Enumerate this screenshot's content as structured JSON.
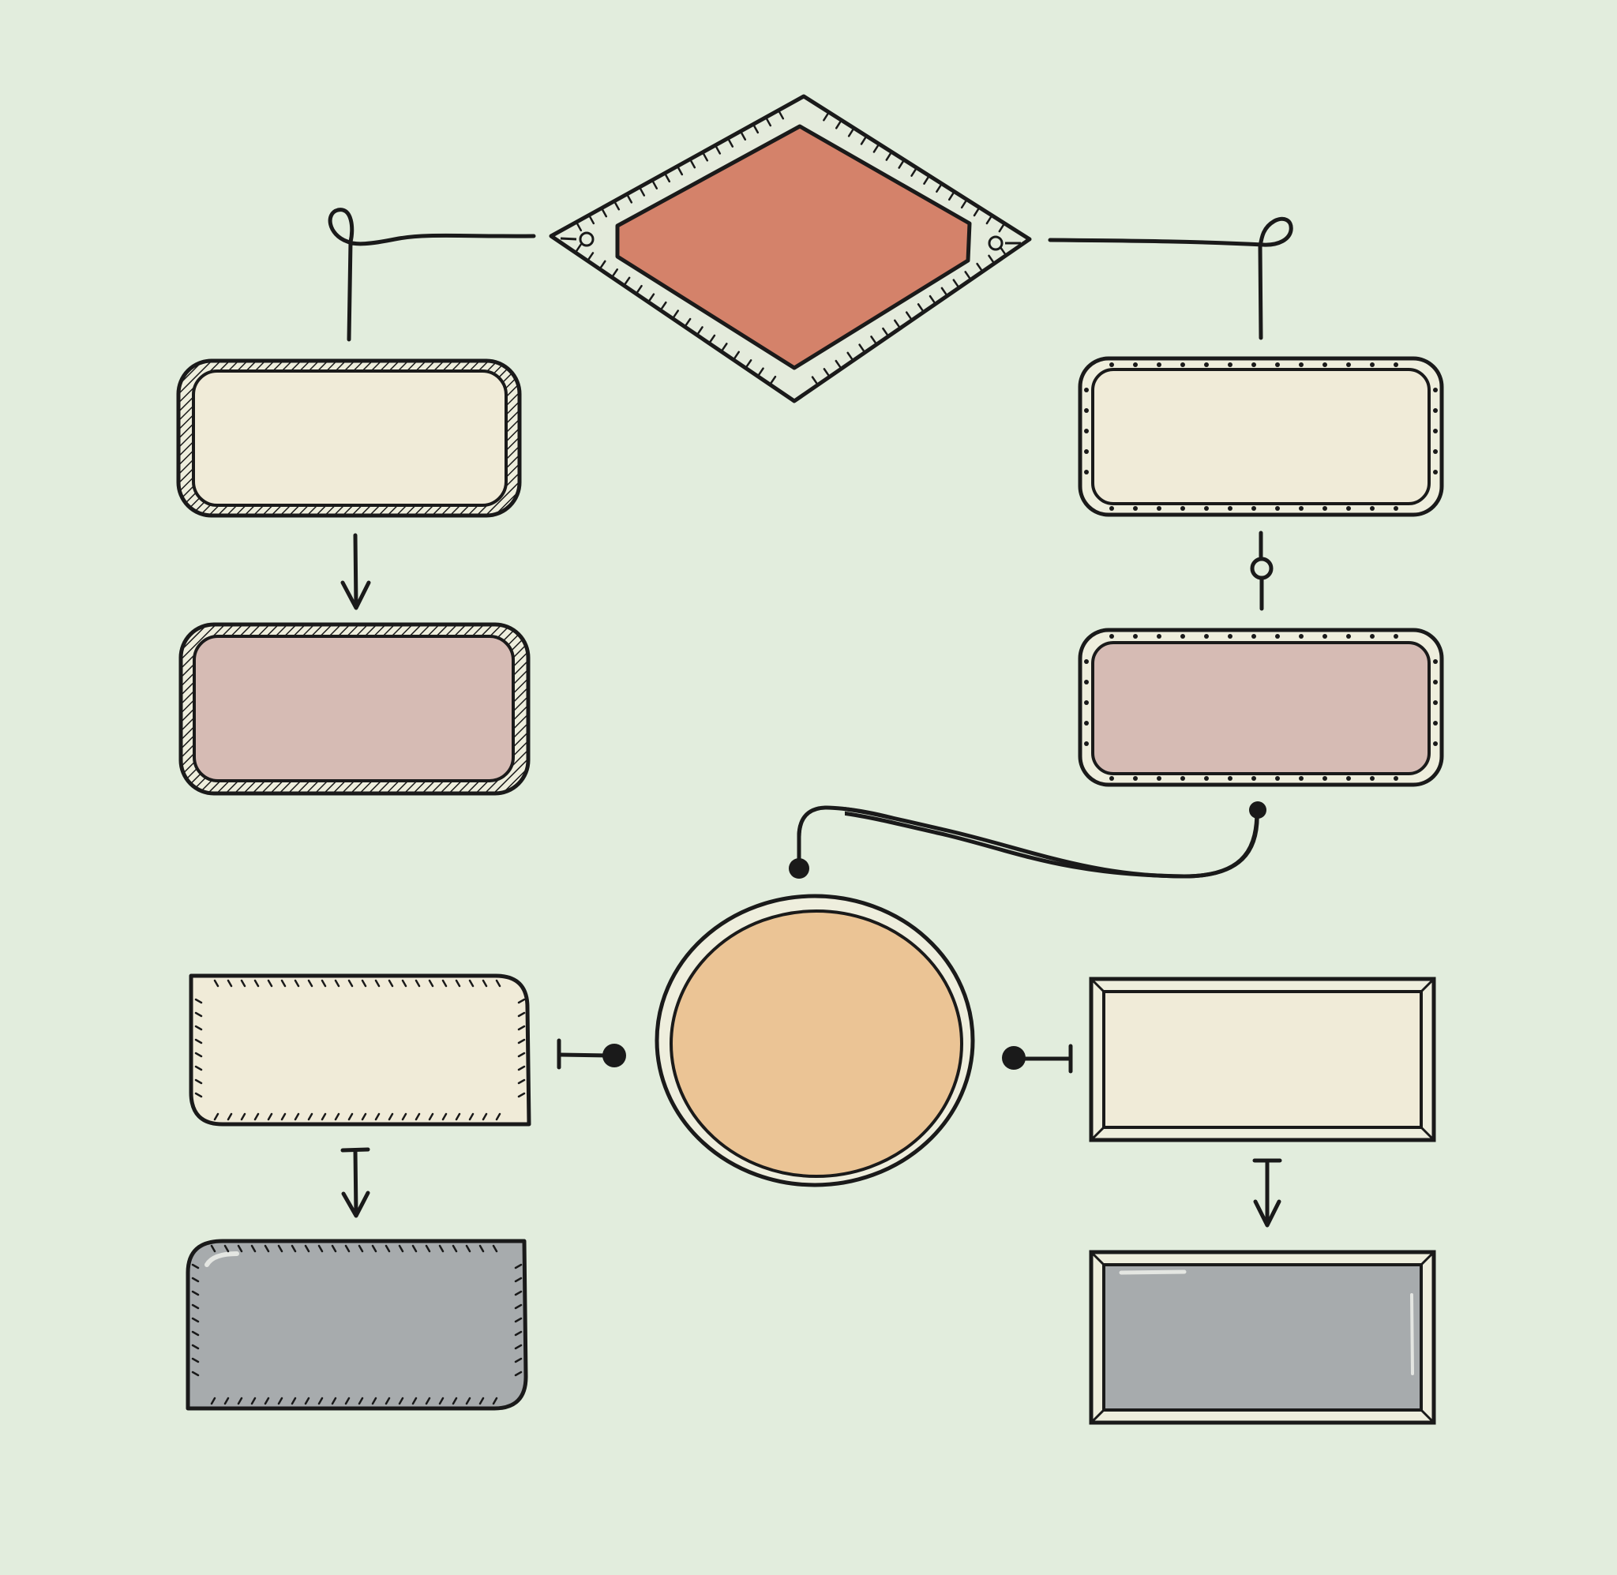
{
  "colors": {
    "background": "#e2eddd",
    "ink": "#1a1a1a",
    "decision_fill": "#d4826a",
    "decision_frame": "#e4ebdc",
    "cream": "#f0ebd8",
    "rose": "#d6bbb4",
    "peach": "#ebc495",
    "gray": "#a7abad",
    "frame_light": "#eeeedd"
  },
  "shapes": [
    {
      "id": "decision",
      "kind": "diamond",
      "fill": "decision_fill",
      "border": "ticked"
    },
    {
      "id": "left-box-1",
      "kind": "rounded-rect",
      "fill": "cream",
      "border": "hatched"
    },
    {
      "id": "left-box-2",
      "kind": "rounded-rect",
      "fill": "rose",
      "border": "hatched"
    },
    {
      "id": "right-box-1",
      "kind": "rounded-rect",
      "fill": "cream",
      "border": "dotted"
    },
    {
      "id": "right-box-2",
      "kind": "rounded-rect",
      "fill": "rose",
      "border": "dotted"
    },
    {
      "id": "center-circle",
      "kind": "circle",
      "fill": "peach",
      "border": "double"
    },
    {
      "id": "left-box-3",
      "kind": "tab-rect",
      "fill": "cream",
      "border": "inner-ticks"
    },
    {
      "id": "left-box-4",
      "kind": "tab-rect",
      "fill": "gray",
      "border": "inner-ticks"
    },
    {
      "id": "right-box-3",
      "kind": "beveled-rect",
      "fill": "cream",
      "border": "bevel"
    },
    {
      "id": "right-box-4",
      "kind": "beveled-rect",
      "fill": "gray",
      "border": "bevel"
    }
  ],
  "connectors": [
    {
      "from": "decision",
      "to": "left-box-1",
      "style": "loop-line"
    },
    {
      "from": "decision",
      "to": "right-box-1",
      "style": "loop-line"
    },
    {
      "from": "left-box-1",
      "to": "left-box-2",
      "style": "arrow"
    },
    {
      "from": "right-box-1",
      "to": "right-box-2",
      "style": "ring-line"
    },
    {
      "from": "right-box-2",
      "to": "center-circle",
      "style": "curve-dots"
    },
    {
      "from": "center-circle",
      "to": "left-box-3",
      "style": "dot-bar"
    },
    {
      "from": "center-circle",
      "to": "right-box-3",
      "style": "dot-bar"
    },
    {
      "from": "left-box-3",
      "to": "left-box-4",
      "style": "bar-arrow"
    },
    {
      "from": "right-box-3",
      "to": "right-box-4",
      "style": "bar-arrow"
    }
  ]
}
